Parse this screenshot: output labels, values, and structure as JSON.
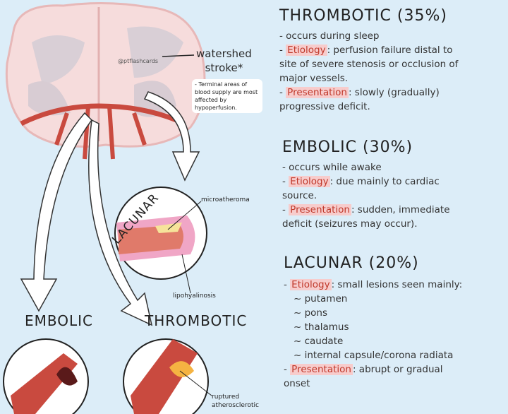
{
  "watermark": "@ptflashcards",
  "watershed": {
    "title_line1": "watershed",
    "title_line2": "stroke*",
    "note": [
      "- Terminal areas of",
      "blood supply are most",
      "affected by",
      "hypoperfusion."
    ]
  },
  "diagram_labels": {
    "lacunar": "LACUNAR",
    "microatheroma": "microatheroma",
    "lipohyalinosis": "lipohyalinosis",
    "embolic": "EMBOLIC",
    "thrombotic": "THROMBOTIC",
    "ruptured_line1": "ruptured",
    "ruptured_line2": "atherosclerotic"
  },
  "thrombotic": {
    "heading": "THROMBOTIC (35%)",
    "l1": "- occurs during sleep",
    "etiology_label": "Etiology",
    "etiology": ": perfusion failure distal to",
    "l3": "site of severe stenosis or occlusion of",
    "l4": "major vessels.",
    "presentation_label": "Presentation",
    "presentation": ": slowly (gradually)",
    "l6": "progressive deficit."
  },
  "embolic": {
    "heading": "EMBOLIC (30%)",
    "l1": "- occurs while awake",
    "etiology_label": "Etiology",
    "etiology": ": due mainly to cardiac",
    "l3": "source.",
    "presentation_label": "Presentation",
    "presentation": ": sudden, immediate",
    "l5": "deficit (seizures may occur)."
  },
  "lacunar": {
    "heading": "LACUNAR (20%)",
    "etiology_label": "Etiology",
    "etiology": ": small lesions seen mainly:",
    "sites": [
      "~ putamen",
      "~ pons",
      "~ thalamus",
      "~ caudate",
      "~ internal capsule/corona radiata"
    ],
    "presentation_label": "Presentation",
    "presentation": ": abrupt or gradual",
    "l_last": "onset"
  },
  "colors": {
    "background": "#dcedf8",
    "highlight": "#f7cccc",
    "highlight_text": "#c0392b",
    "vessel": "#c94a3f"
  }
}
